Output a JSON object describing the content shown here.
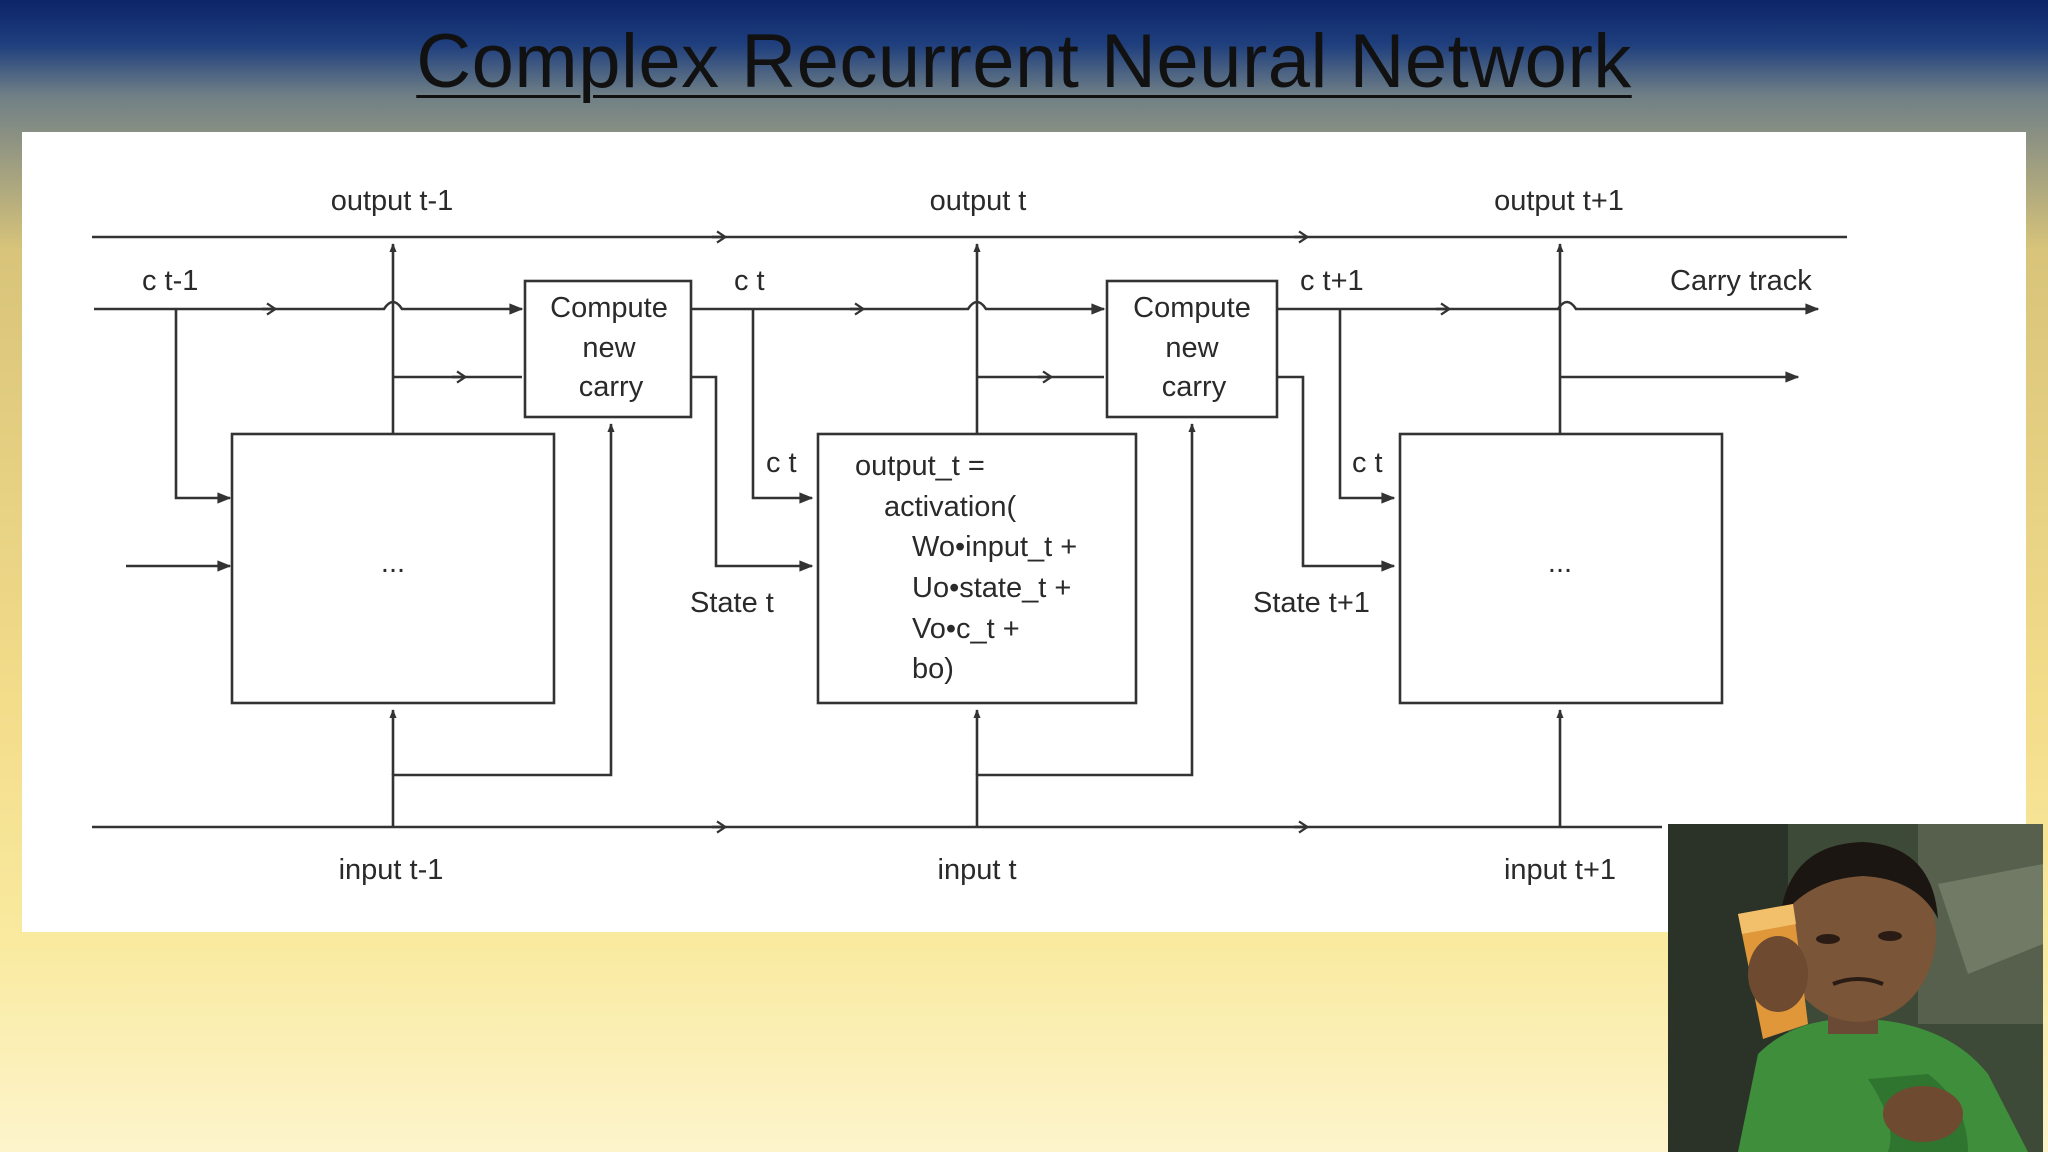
{
  "slide": {
    "title": "Complex Recurrent Neural Network"
  },
  "diagram": {
    "outputs": [
      "output t-1",
      "output t",
      "output t+1"
    ],
    "inputs": [
      "input t-1",
      "input t",
      "input t+1"
    ],
    "carry_labels": {
      "c_prev": "c t-1",
      "c_t_top": "c t",
      "c_next": "c t+1",
      "c_t_mid": "c t",
      "c_t_right": "c t",
      "carry_track": "Carry track"
    },
    "state_labels": [
      "State t",
      "State t+1"
    ],
    "compute_box_lines": [
      "Compute",
      "new",
      "carry"
    ],
    "cell_ellipsis": "...",
    "formula_lines": [
      "output_t =",
      "activation(",
      "Wo•input_t +",
      "Uo•state_t +",
      "Vo•c_t +",
      "bo)"
    ]
  },
  "colors": {
    "title_bar": "#0c2468",
    "background": "#f3dc8a",
    "panel": "#ffffff",
    "stroke": "#333333"
  },
  "photo": {
    "icon": "reaction-photo",
    "subject": "child in green shirt holding a cup"
  }
}
